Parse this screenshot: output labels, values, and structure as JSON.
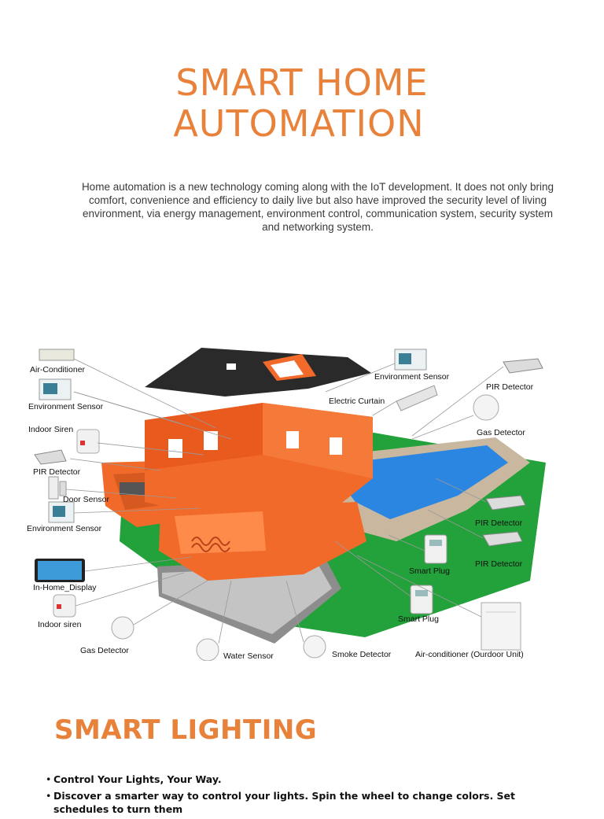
{
  "title": {
    "line1": "SMART HOME",
    "line2": "AUTOMATION"
  },
  "intro": "Home automation is a new technology coming along with the IoT development. It does not only bring comfort, convenience and efficiency to daily live but also have improved the security level of living environment, via energy management, environment control, communication system, security system and networking system.",
  "diagram": {
    "labels": {
      "air_conditioner": "Air-Conditioner",
      "env_sensor_1": "Environment Sensor",
      "indoor_siren_1": "Indoor Siren",
      "pir_left": "PIR Detector",
      "door_sensor": "Door Sensor",
      "env_sensor_2": "Environment Sensor",
      "in_home_display": "In-Home_Display",
      "indoor_siren_2": "Indoor siren",
      "gas_left": "Gas Detector",
      "water_sensor": "Water Sensor",
      "smoke_detector": "Smoke Detector",
      "ac_outdoor": "Air-conditioner (Ourdoor Unit)",
      "env_sensor_top": "Environment Sensor",
      "electric_curtain": "Electric Curtain",
      "pir_top_right": "PIR Detector",
      "gas_right": "Gas Detector",
      "pir_right_1": "PIR Detector",
      "pir_right_2": "PIR Detector",
      "smart_plug_1": "Smart Plug",
      "smart_plug_2": "Smart Plug"
    },
    "colors": {
      "wall": "#f26a2a",
      "roof": "#2a2a2a",
      "grass": "#23a13a",
      "pool": "#2a86e0",
      "stone": "#c9b7a0"
    }
  },
  "section": {
    "title": "SMART LIGHTING"
  },
  "bullets": [
    "Control Your Lights, Your Way.",
    "Discover a smarter way to control your lights. Spin the wheel to change colors. Set schedules to turn them"
  ],
  "accent": "#e8813a"
}
